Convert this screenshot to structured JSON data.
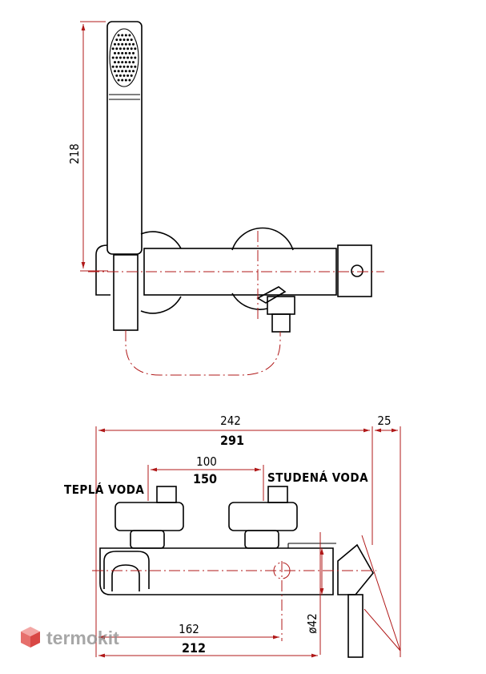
{
  "dimensions": {
    "shower_height": "218",
    "width_242": "242",
    "width_291": "291",
    "head_25": "25",
    "spacing_100": "100",
    "spacing_150": "150",
    "dist_162": "162",
    "dist_212": "212",
    "diameter": "ø42"
  },
  "labels": {
    "hot": "TEPLÁ VODA",
    "cold": "STUDENÁ VODA"
  },
  "brand": {
    "name": "termokit",
    "color_main": "#777777",
    "color_accent": "#e0524f"
  }
}
